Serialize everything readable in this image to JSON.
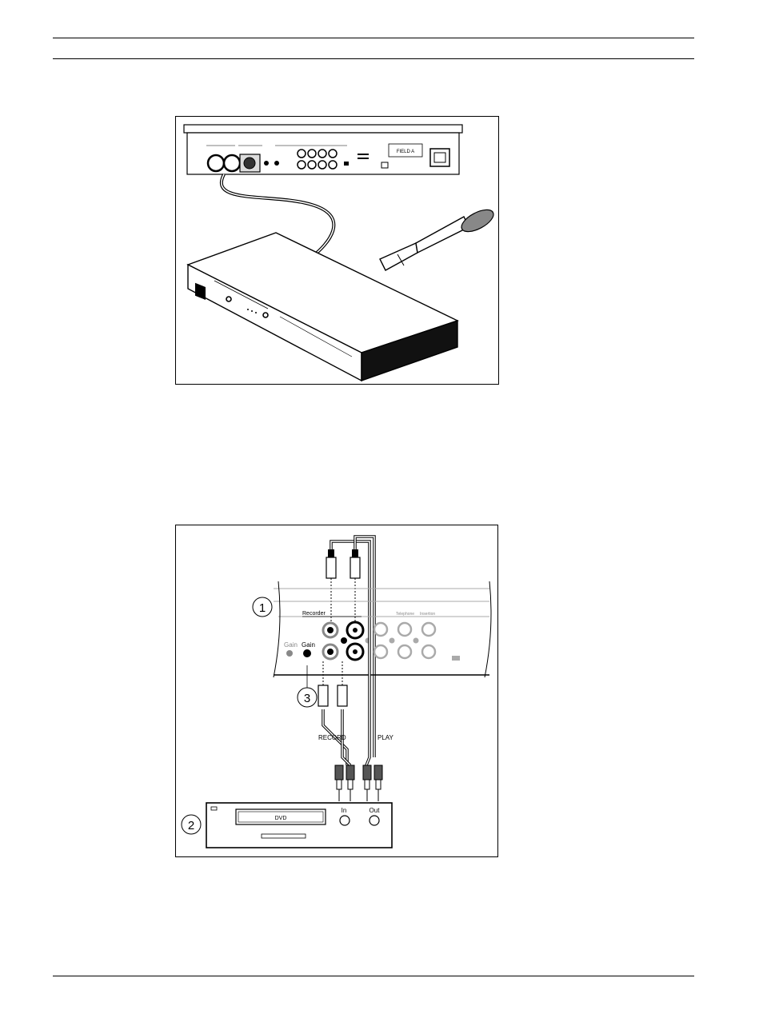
{
  "figure1": {
    "panel_label": "FIELD A"
  },
  "figure2": {
    "callouts": [
      "1",
      "2",
      "3"
    ],
    "panel_labels": {
      "recorder": "Recorder",
      "gain_left": "Gain",
      "gain_right": "Gain",
      "telephone": "Telephone",
      "insertion": "Insertion"
    },
    "cable_labels": {
      "record": "RECORD",
      "play": "PLAY"
    },
    "dvd": {
      "display": "DVD",
      "in_label": "In",
      "out_label": "Out"
    }
  }
}
